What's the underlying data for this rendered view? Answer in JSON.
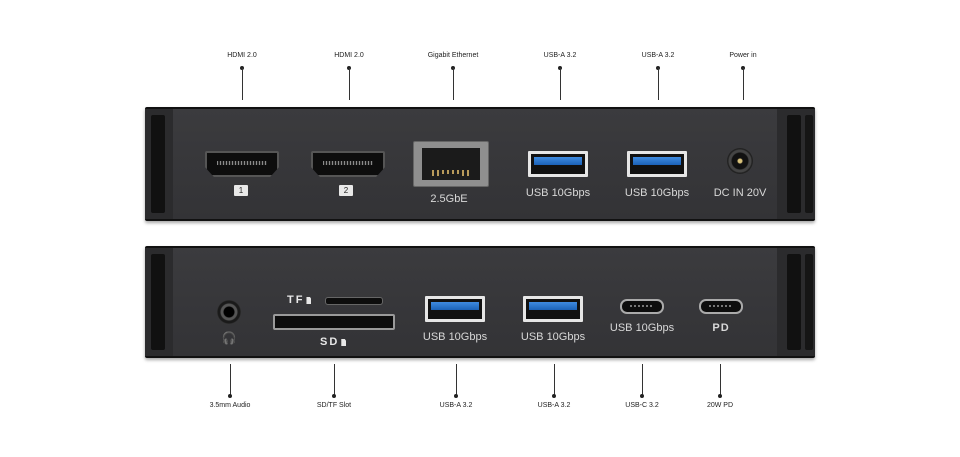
{
  "top_callouts": [
    "HDMI 2.0",
    "HDMI 2.0",
    "Gigabit Ethernet",
    "USB-A 3.2",
    "USB-A 3.2",
    "Power in"
  ],
  "bottom_callouts": [
    "3.5mm Audio",
    "SD/TF Slot",
    "USB-A 3.2",
    "USB-A 3.2",
    "USB-C 3.2",
    "20W PD"
  ],
  "top_panel": {
    "hdmi1_badge": "1",
    "hdmi2_badge": "2",
    "ethernet_label": "2.5GbE",
    "usb_a1_label": "USB 10Gbps",
    "usb_a2_label": "USB 10Gbps",
    "dc_label": "DC IN 20V"
  },
  "bottom_panel": {
    "tf_label": "TF",
    "sd_label": "SD",
    "usb_a1_label": "USB 10Gbps",
    "usb_a2_label": "USB 10Gbps",
    "usb_c_label": "USB 10Gbps",
    "pd_label": "PD"
  },
  "colors": {
    "panel": "#2b2b2d",
    "usb_blue": "#2a74cf",
    "text": "#d8d8d8"
  }
}
